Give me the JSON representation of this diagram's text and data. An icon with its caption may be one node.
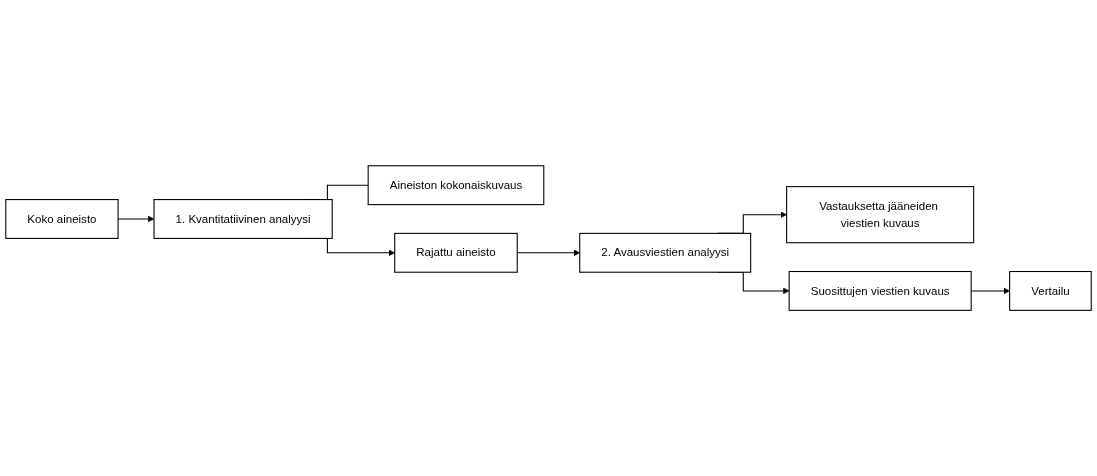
{
  "diagram": {
    "nodes": [
      {
        "text": [
          "Koko aineisto"
        ]
      },
      {
        "text": [
          "1. Kvantitatiivinen analyysi"
        ]
      },
      {
        "text": [
          "Aineiston kokonaiskuvaus"
        ]
      },
      {
        "text": [
          "Rajattu aineisto"
        ]
      },
      {
        "text": [
          "2. Avausviestien analyysi"
        ]
      },
      {
        "text": [
          "Vastauksetta jääneiden viestien kuvaus"
        ]
      },
      {
        "text": [
          "Suosittujen viestien kuvaus"
        ]
      },
      {
        "text": [
          "Vertailu"
        ]
      }
    ],
    "edges": [
      {
        "from": 0,
        "to": 1,
        "arrow": "to"
      },
      {
        "from": 1,
        "to": 2,
        "arrow": "none"
      },
      {
        "from": 1,
        "to": 3,
        "arrow": "to"
      },
      {
        "from": 3,
        "to": 4,
        "arrow": "to"
      },
      {
        "from": 4,
        "to": 5,
        "arrow": "to"
      },
      {
        "from": 4,
        "to": 6,
        "arrow": "to"
      },
      {
        "from": 6,
        "to": 7,
        "arrow": "to"
      }
    ]
  }
}
